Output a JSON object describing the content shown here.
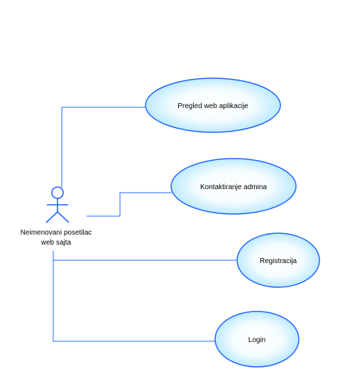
{
  "diagram": {
    "actor": {
      "name_line1": "Neimenovani posetilac",
      "name_line2": "web sajta"
    },
    "use_cases": [
      {
        "label": "Pregled web aplikacije"
      },
      {
        "label": "Kontaktiranje admina"
      },
      {
        "label": "Registracija"
      },
      {
        "label": "Login"
      }
    ],
    "colors": {
      "stroke": "#1e64ff",
      "fill_center": "#ffffff",
      "fill_edge": "#bdeaff"
    }
  }
}
